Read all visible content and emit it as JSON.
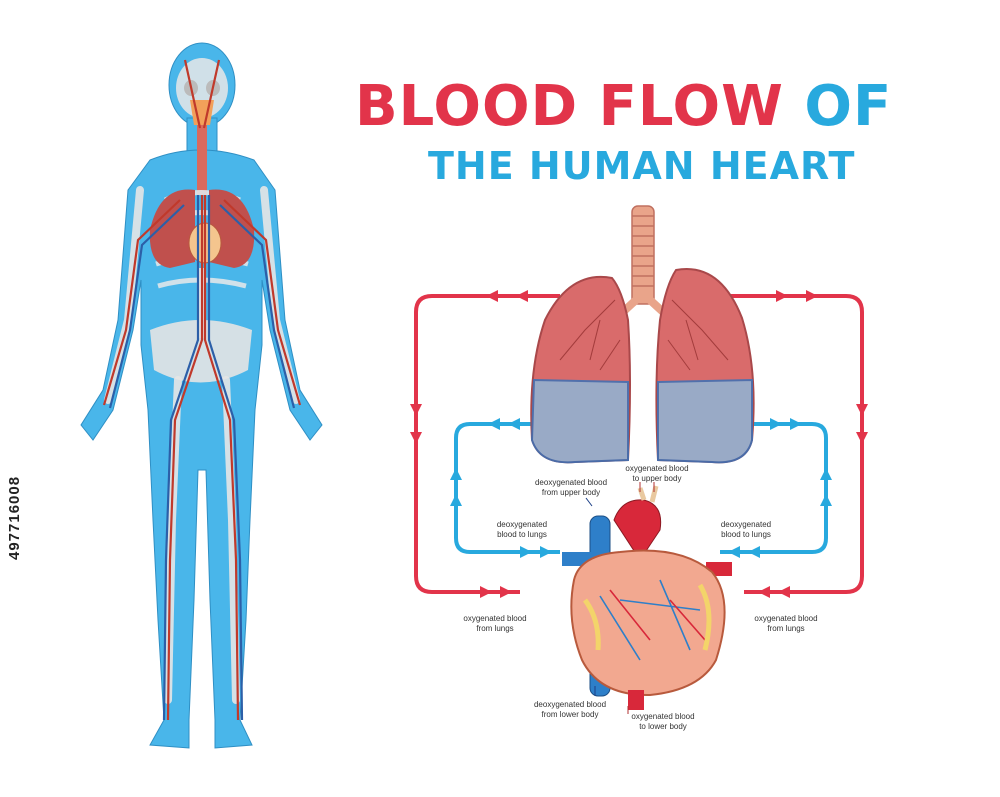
{
  "title": {
    "part1": "BLOOD FLOW",
    "part2": "OF",
    "line2": "THE HUMAN HEART"
  },
  "colors": {
    "red": "#e2344a",
    "blue": "#28a9de",
    "body_blue": "#49b6ea",
    "lung": "#e07a7a",
    "heart": "#f0a890"
  },
  "labels": {
    "oxy_upper": "oxygenated blood\nto upper body",
    "deoxy_upper": "deoxygenated blood\nfrom upper body",
    "deoxy_lungs_left": "deoxygenated\nblood to lungs",
    "deoxy_lungs_right": "deoxygenated\nblood to lungs",
    "oxy_from_lungs_left": "oxygenated blood\nfrom lungs",
    "oxy_from_lungs_right": "oxygenated blood\nfrom lungs",
    "deoxy_lower": "deoxygenated blood\nfrom lower body",
    "oxy_lower": "oxygenated blood\nto lower body"
  },
  "stock_id": "497716008"
}
